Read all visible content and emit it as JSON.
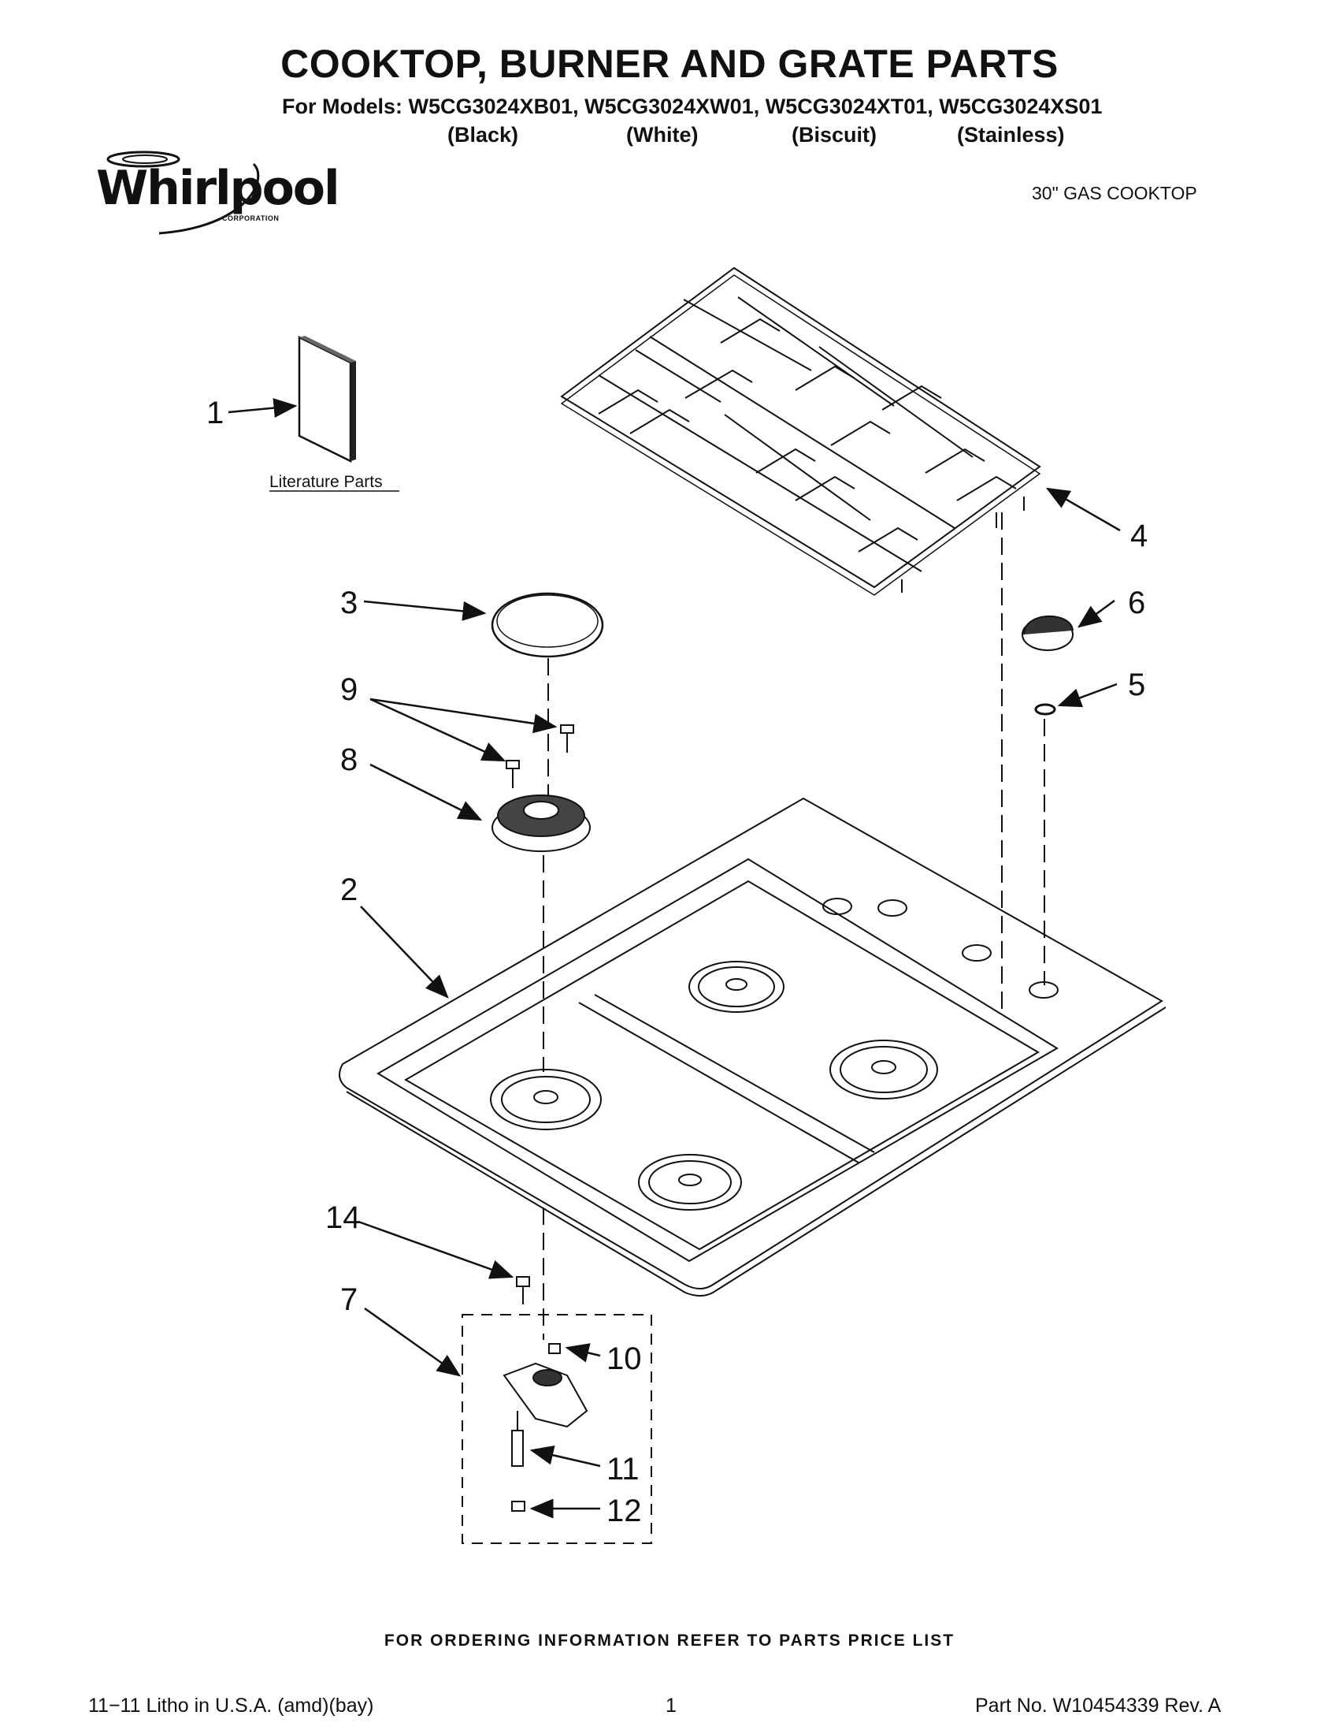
{
  "header": {
    "title": "COOKTOP, BURNER AND GRATE PARTS",
    "models_line": "For Models: W5CG3024XB01, W5CG3024XW01, W5CG3024XT01, W5CG3024XS01",
    "colors": [
      "(Black)",
      "(White)",
      "(Biscuit)",
      "(Stainless)"
    ],
    "brand": "Whirlpool",
    "brand_sub": "CORPORATION",
    "product_type": "30\" GAS COOKTOP"
  },
  "diagram": {
    "literature_label": "Literature Parts",
    "callouts": [
      "1",
      "2",
      "3",
      "4",
      "5",
      "6",
      "7",
      "8",
      "9",
      "10",
      "11",
      "12",
      "14"
    ]
  },
  "footer": {
    "ordering_note": "FOR ORDERING INFORMATION REFER TO PARTS PRICE LIST",
    "litho": "11−11 Litho in U.S.A. (amd)(bay)",
    "page": "1",
    "part_no": "Part No. W10454339 Rev. A"
  }
}
